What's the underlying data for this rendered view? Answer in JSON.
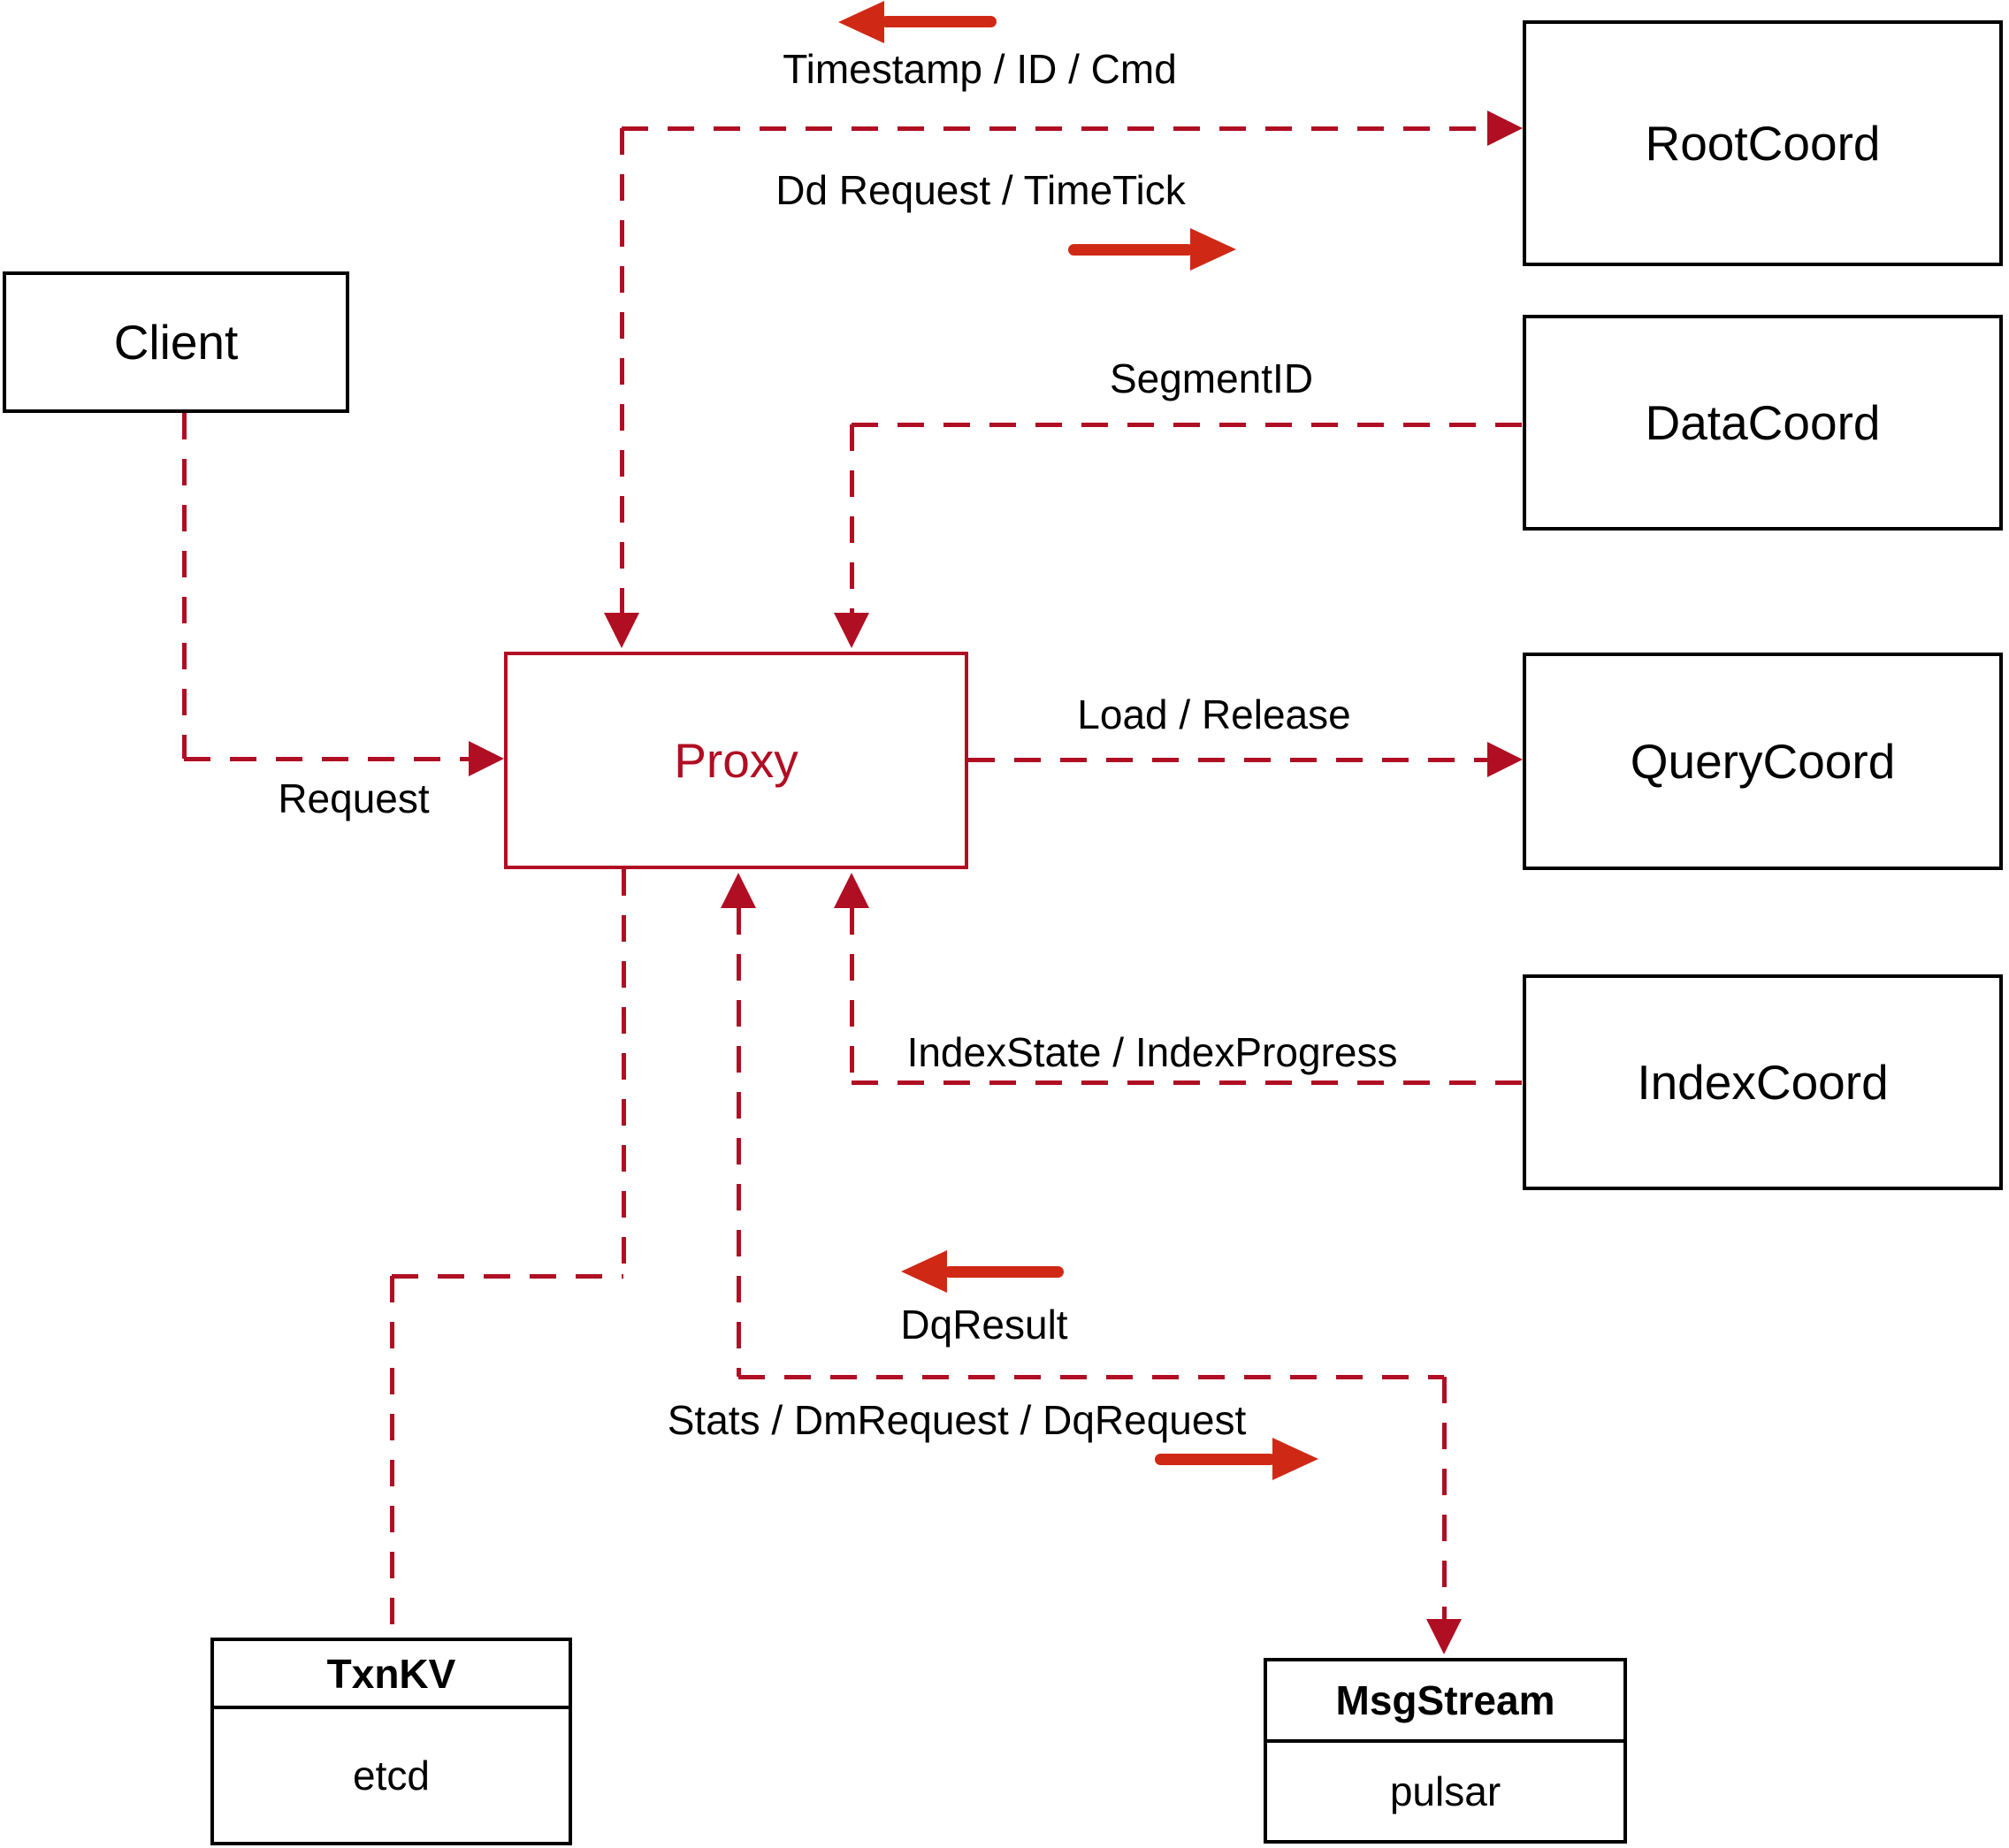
{
  "diagram": {
    "nodes": {
      "client": {
        "label": "Client"
      },
      "proxy": {
        "label": "Proxy"
      },
      "root_coord": {
        "label": "RootCoord"
      },
      "data_coord": {
        "label": "DataCoord"
      },
      "query_coord": {
        "label": "QueryCoord"
      },
      "index_coord": {
        "label": "IndexCoord"
      },
      "txn_kv": {
        "title": "TxnKV",
        "impl": "etcd"
      },
      "msg_stream": {
        "title": "MsgStream",
        "impl": "pulsar"
      }
    },
    "edge_labels": {
      "timestamp_id_cmd": "Timestamp / ID / Cmd",
      "dd_request_timetick": "Dd Request / TimeTick",
      "segment_id": "SegmentID",
      "load_release": "Load / Release",
      "index_state": "IndexState / IndexProgress",
      "request": "Request",
      "dq_result": "DqResult",
      "stats_dm_dq": "Stats / DmRequest / DqRequest"
    },
    "colors": {
      "connector": "#b00e23",
      "arrow": "#cf2915",
      "node_border": "#000000",
      "proxy": "#b00e23",
      "text": "#000000",
      "background": "#ffffff"
    }
  }
}
